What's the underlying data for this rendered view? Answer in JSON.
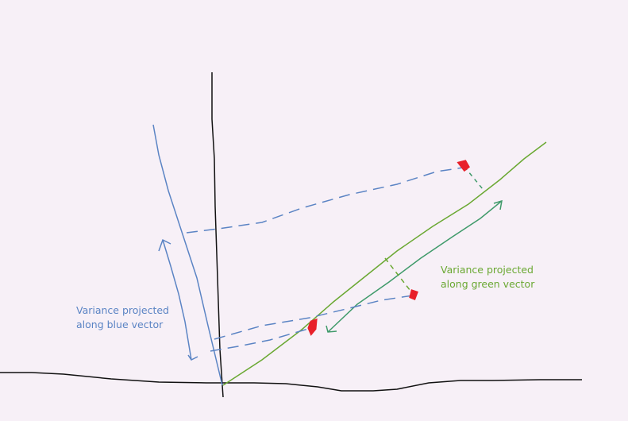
{
  "colors": {
    "background": "#f7f0f7",
    "axis": "#111111",
    "blue": "#5b84c4",
    "green": "#6aa832",
    "green_dark": "#3f9a6a",
    "point": "#e8202a"
  },
  "labels": {
    "blue": {
      "line1": "Variance projected",
      "line2": "along blue vector"
    },
    "green": {
      "line1": "Variance projected",
      "line2": "along green vector"
    }
  }
}
